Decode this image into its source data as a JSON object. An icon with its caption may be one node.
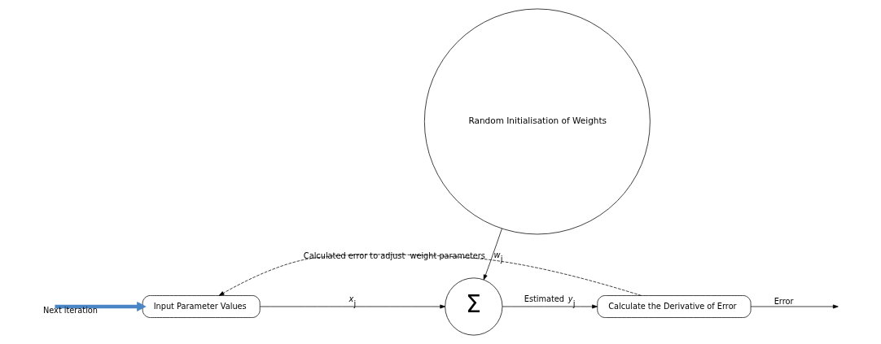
{
  "diagram": {
    "nodes": [
      {
        "text": [
          "Random Initialisation of Weights"
        ]
      },
      {
        "text": [
          "Input Parameter Values"
        ]
      },
      {
        "text": [
          "Σ"
        ]
      },
      {
        "text": [
          "Calculate the Derivative of Error"
        ]
      }
    ],
    "edges": [
      {
        "from": 0,
        "to": 2,
        "arrow": "to",
        "label": "*w*$_{j}$"
      },
      {
        "from": 1,
        "to": 2,
        "arrow": "to",
        "label": "*x*$_{j}$"
      },
      {
        "from": 2,
        "to": 3,
        "arrow": "to",
        "label": "Estimated *y*$_{j}$"
      },
      {
        "from": 3,
        "to": null,
        "arrow": "to",
        "label": "Error"
      },
      {
        "from": 3,
        "to": 1,
        "arrow": "to",
        "style": "dashed",
        "label": "Calculated error to adjust  weight parameters"
      },
      {
        "from": null,
        "to": 1,
        "arrow": "to",
        "style": "thick",
        "color": "#4a86c5",
        "label": "Next iteration"
      }
    ]
  }
}
